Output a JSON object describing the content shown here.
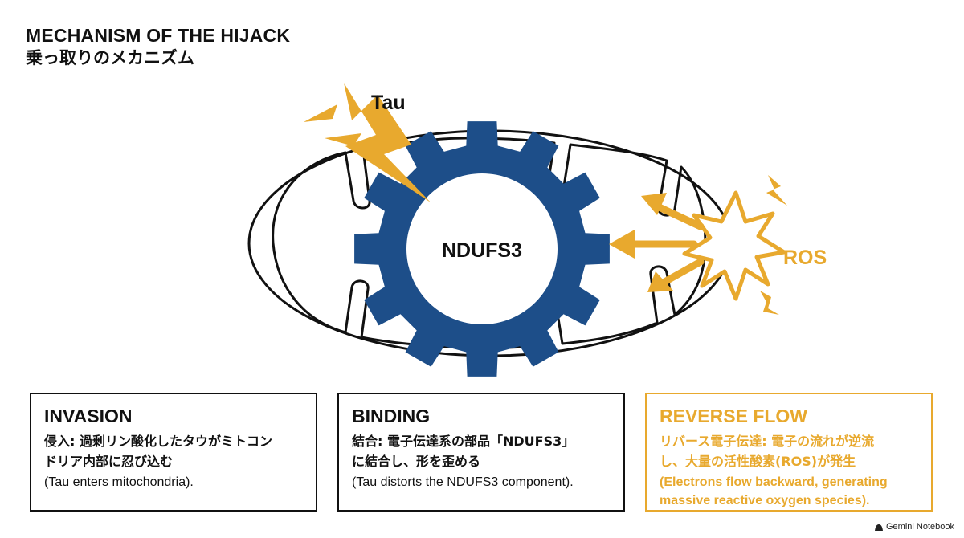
{
  "header": {
    "title": "MECHANISM OF THE HIJACK",
    "subtitle": "乗っ取りのメカニズム"
  },
  "diagram": {
    "gear_label": "NDUFS3",
    "tau_label": "Tau",
    "ros_label": "ROS"
  },
  "cards": {
    "invasion": {
      "title": "INVASION",
      "jp_line1": "侵入: 過剰リン酸化したタウがミトコン",
      "jp_line2": "ドリア内部に忍び込む",
      "en_line1": "(Tau enters mitochondria)."
    },
    "binding": {
      "title": "BINDING",
      "jp_line1": "結合:  電子伝達系の部品「NDUFS3」",
      "jp_line2": "に結合し、形を歪める",
      "en_line1": "(Tau distorts the NDUFS3 component)."
    },
    "reverse_flow": {
      "title": "REVERSE FLOW",
      "jp_line1": "リバース電子伝達: 電子の流れが逆流",
      "jp_line2": "し、大量の活性酸素(ROS)が発生",
      "en_line1": "(Electrons flow backward, generating",
      "en_line2": "massive reactive oxygen species)."
    }
  },
  "footer": {
    "brand": "Gemini Notebook"
  },
  "colors": {
    "gear_blue": "#1D4E89",
    "accent_orange": "#E8A92E",
    "ink": "#111111"
  }
}
